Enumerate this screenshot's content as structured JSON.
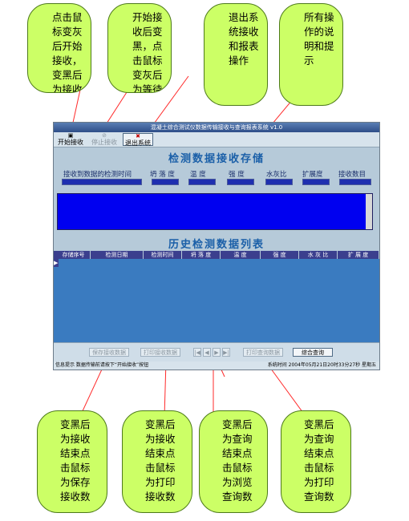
{
  "callouts_top": [
    {
      "text": "点击鼠\n标变灰\n后开始\n接收，\n变黑后\n为接收"
    },
    {
      "text": "开始接\n收后变\n黑，点\n击鼠标\n变灰后\n为等待"
    },
    {
      "text": "退出系\n统接收\n和报表\n操作"
    },
    {
      "text": "所有操\n作的说\n明和提\n示"
    }
  ],
  "callouts_bottom": [
    {
      "text": "变黑后\n为接收\n结束点\n击鼠标\n为保存\n接收数"
    },
    {
      "text": "变黑后\n为接收\n结束点\n击鼠标\n为打印\n接收数"
    },
    {
      "text": "变黑后\n为查询\n结束点\n击鼠标\n为浏览\n查询数"
    },
    {
      "text": "变黑后\n为查询\n结束点\n击鼠标\n为打印\n查询数"
    }
  ],
  "window": {
    "title": "混凝土综合测试仪数据传输接收与查询报表系统 v1.0",
    "toolbar": {
      "start": "开始接收",
      "stop": "停止接收",
      "exit": "退出系统"
    },
    "receive_title": "检测数据接收存储",
    "receive_headers": [
      "接收到数据的检测时间",
      "坍 落 度",
      "温 度",
      "强 度",
      "水灰比",
      "扩展度",
      "接收数目"
    ],
    "history_title": "历史检测数据列表",
    "grid_headers": [
      "存储序号",
      "检测日期",
      "检测时间",
      "坍 落 度",
      "温 度",
      "强 度",
      "水 灰 比",
      "扩 展 度"
    ],
    "grid_row_marker": "▶",
    "bottom_buttons": {
      "save": "保存接收数据",
      "print_recv": "打印接收数据",
      "nav_first": "|◀",
      "nav_prev": "◀",
      "nav_next": "▶",
      "nav_last": "▶|",
      "print_query": "打印查询数据",
      "query": "综合查询"
    },
    "status_left": "信息提示  数据传输前请按下“开始接收”按钮",
    "status_time": "系统时间  2004年05月21日20时33分27秒  星期五"
  },
  "colors": {
    "bubble": "#ccff66",
    "title_blue": "#1a5fa8",
    "receive_area": "#0000f0",
    "grid_body": "#3a7bc0"
  }
}
